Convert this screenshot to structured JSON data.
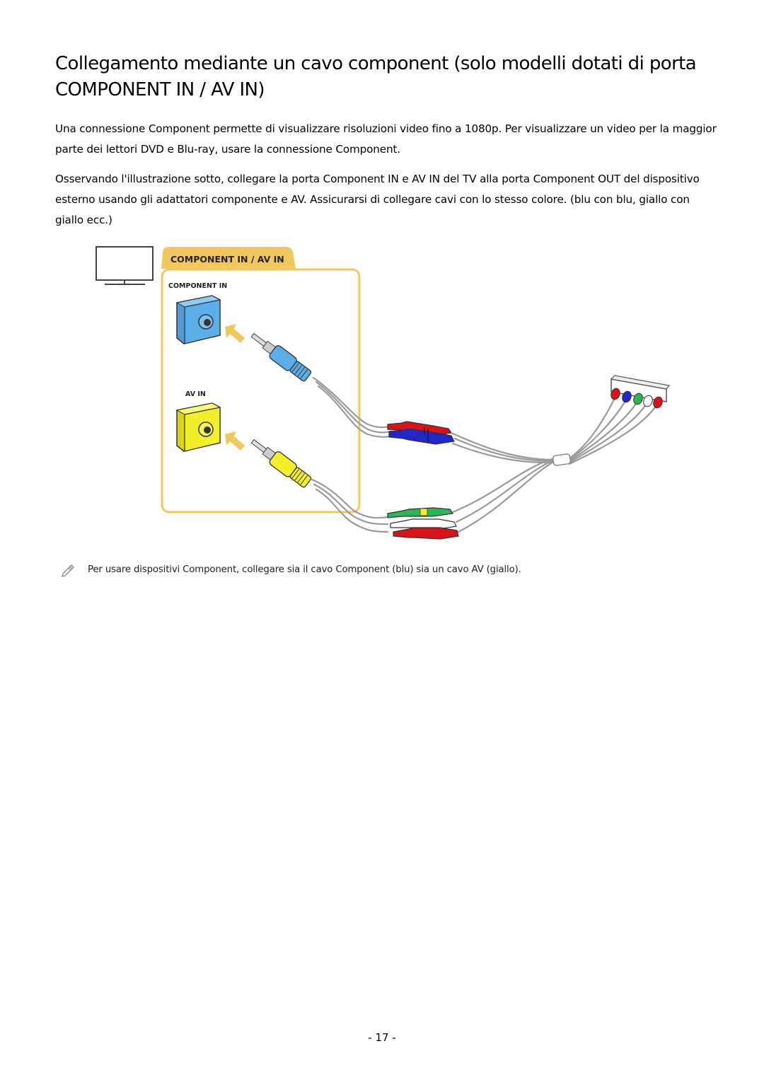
{
  "heading": {
    "title": "Collegamento mediante un cavo component (solo modelli dotati di porta COMPONENT IN / AV IN)"
  },
  "paragraphs": [
    "Una connessione Component permette di visualizzare risoluzioni video fino a 1080p. Per visualizzare un video per la maggior parte dei lettori DVD e Blu-ray, usare la connessione Component.",
    "Osservando l'illustrazione sotto, collegare la porta Component IN e AV IN del TV alla porta Component OUT del dispositivo esterno usando gli adattatori componente e AV. Assicurarsi di collegare cavi con lo stesso colore. (blu con blu, giallo con giallo ecc.)"
  ],
  "figure": {
    "tab_label": "COMPONENT IN / AV IN",
    "component_in_label": "COMPONENT IN",
    "av_in_label": "AV IN",
    "icons": [
      "tv-icon",
      "arrow-icon",
      "jack-plug-icon",
      "rca-plug-icon"
    ],
    "colors": {
      "accent": "#F1C75E",
      "port_blue": "#5AAFE8",
      "port_yellow": "#F3EF2A",
      "plug_red": "#D8141A",
      "plug_blue": "#2126C8",
      "plug_green": "#2DB35A",
      "plug_white": "#FFFFFF",
      "cable_gray": "#9A9A9A"
    }
  },
  "note": {
    "icon": "pencil-icon",
    "text": "Per usare dispositivi Component, collegare sia il cavo Component (blu) sia un cavo AV (giallo)."
  },
  "footer": {
    "page_number": "- 17 -"
  }
}
